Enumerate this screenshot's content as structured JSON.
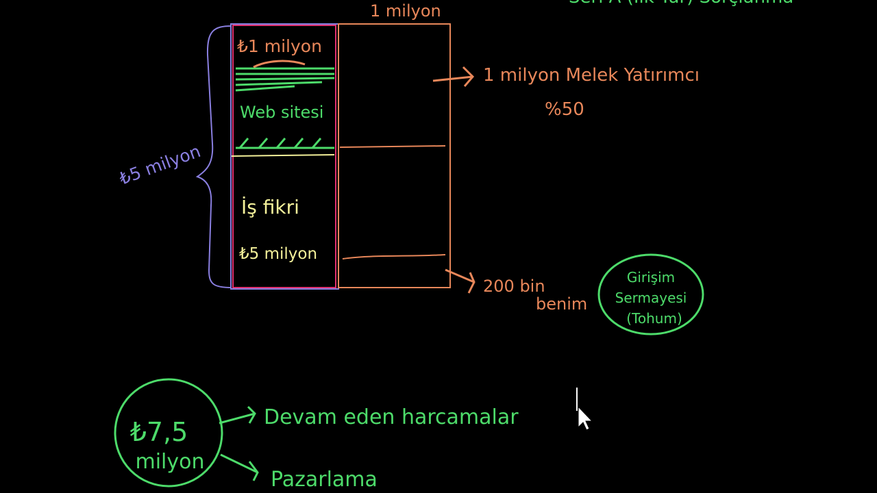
{
  "colors": {
    "background": "#000000",
    "orange": "#e8875a",
    "green": "#4ddb6a",
    "yellow": "#f4f19a",
    "purple": "#8a7fe0",
    "pink": "#e0306e",
    "white": "#ffffff"
  },
  "header": {
    "top_right": "Seri A (İlk Tur) Sorçlanma",
    "top_center": "1 milyon"
  },
  "left_stack": {
    "top_label": "₺1 milyon",
    "website": "Web sitesi",
    "idea": "İş fikri",
    "idea_value": "₺5 milyon",
    "brace_label": "₺5 milyon"
  },
  "right_notes": {
    "angel": "1 milyon Melek Yatırımcı",
    "percent": "%50",
    "mine_amount": "200 bin",
    "mine_label": "benim"
  },
  "seed_bubble": {
    "line1": "Girişim",
    "line2": "Sermayesi",
    "line3": "(Tohum)"
  },
  "bottom": {
    "circle_line1": "₺7,5",
    "circle_line2": "milyon",
    "item1": "Devam eden harcamalar",
    "item2": "Pazarlama"
  }
}
